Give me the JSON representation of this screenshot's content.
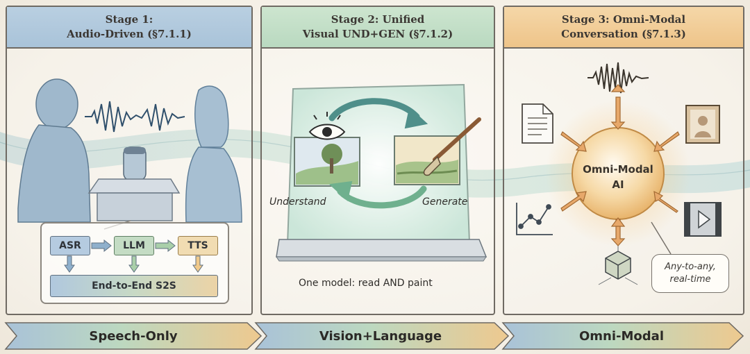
{
  "stages": [
    {
      "title_line1": "Stage 1:",
      "title_line2": "Audio-Driven (§7.1.1)"
    },
    {
      "title_line1": "Stage 2: Unified",
      "title_line2": "Visual UND+GEN (§7.1.2)"
    },
    {
      "title_line1": "Stage 3: Omni-Modal",
      "title_line2": "Conversation (§7.1.3)"
    }
  ],
  "pipeline": {
    "asr": "ASR",
    "llm": "LLM",
    "tts": "TTS",
    "e2e": "End-to-End S2S"
  },
  "stage2": {
    "understand": "Understand",
    "generate": "Generate",
    "caption": "One model: read AND paint"
  },
  "stage3": {
    "center_line1": "Omni-Modal",
    "center_line2": "AI",
    "callout_line1": "Any-to-any,",
    "callout_line2": "real-time",
    "modality_icons": [
      "waveform-icon",
      "document-icon",
      "portrait-icon",
      "chart-icon",
      "video-icon",
      "cube-icon"
    ]
  },
  "timeline": [
    {
      "label": "Speech-Only",
      "color": "#a9c2d8"
    },
    {
      "label": "Vision+Language",
      "color": "#bcd8c0"
    },
    {
      "label": "Omni-Modal",
      "color": "#eec98f"
    }
  ]
}
